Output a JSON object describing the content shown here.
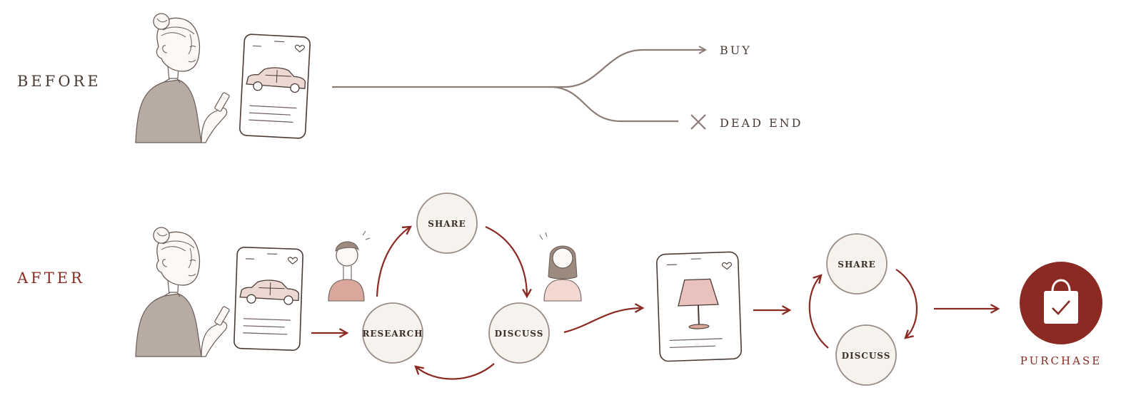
{
  "labels": {
    "before": "BEFORE",
    "after": "AFTER"
  },
  "before": {
    "outcome_buy": "BUY",
    "outcome_dead_end": "DEAD END"
  },
  "after": {
    "loop1": {
      "share": "SHARE",
      "research": "RESEARCH",
      "discuss": "DISCUSS"
    },
    "loop2": {
      "share": "SHARE",
      "discuss": "DISCUSS"
    },
    "final": "PURCHASE"
  },
  "colors": {
    "accent": "#8a2a22",
    "neutral_line": "#8b7d76",
    "text_dark": "#4a3b35",
    "node_fill": "#f6f3ef",
    "node_stroke": "#9a8c86"
  },
  "icons": [
    "woman-phone-illustration",
    "car-listing-card",
    "lamp-listing-card",
    "man-avatar",
    "woman-avatar",
    "shopping-bag-check-icon",
    "x-mark-icon",
    "heart-icon"
  ]
}
